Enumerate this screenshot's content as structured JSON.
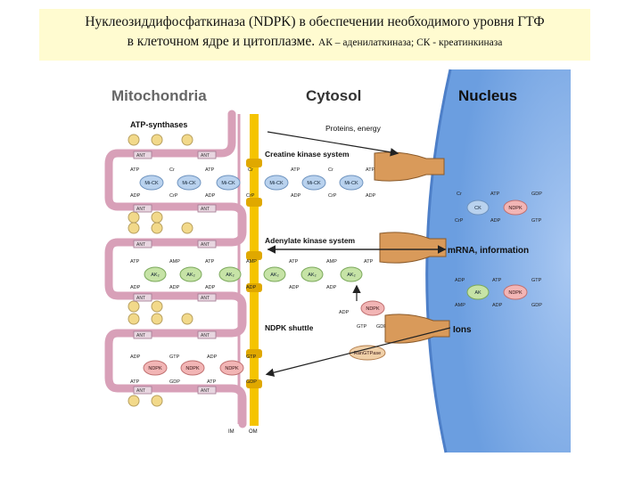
{
  "caption": {
    "line1": "Нуклеозиддифосфаткиназа (NDPK) в обеспечении необходимого уровня ГТФ",
    "line2_main": "в клеточном ядре и цитоплазме.",
    "line2_small": "АК – аденилаткиназа; СК - креатинкиназа"
  },
  "headers": {
    "mito": "Mitochondria",
    "cyto": "Cytosol",
    "nucleus": "Nucleus"
  },
  "labels": {
    "atp_synthases": "ATP-synthases",
    "proteins_energy": "Proteins, energy",
    "ck_system": "Creatine kinase system",
    "ak_system": "Adenylate kinase system",
    "ndpk_shuttle": "NDPK shuttle",
    "mrna": "mRNA, information",
    "ions": "Ions",
    "ranGTPase": "RanGTPase",
    "im": "IM",
    "om": "OM",
    "ant": "ANT"
  },
  "enzymes": {
    "mck": "Mi-CK",
    "ck": "CK",
    "ak": "AK",
    "ak2": "AK₂",
    "ndpk": "NDPK"
  },
  "metabolites": {
    "atp": "ATP",
    "adp": "ADP",
    "amp": "AMP",
    "cr": "Cr",
    "crp": "CrP",
    "gtp": "GTP",
    "gdp": "GDP"
  },
  "colors": {
    "caption_bg": "#fffbd0",
    "nucleus_fill": "#8fb6ea",
    "membrane_pink": "#d8a0b8",
    "channel_yellow": "#f5c400",
    "enzyme_blue": "#b9d2ee",
    "enzyme_green": "#c6e3a6",
    "enzyme_pink": "#f2b5b5",
    "pore_orange": "#d99a5a"
  }
}
